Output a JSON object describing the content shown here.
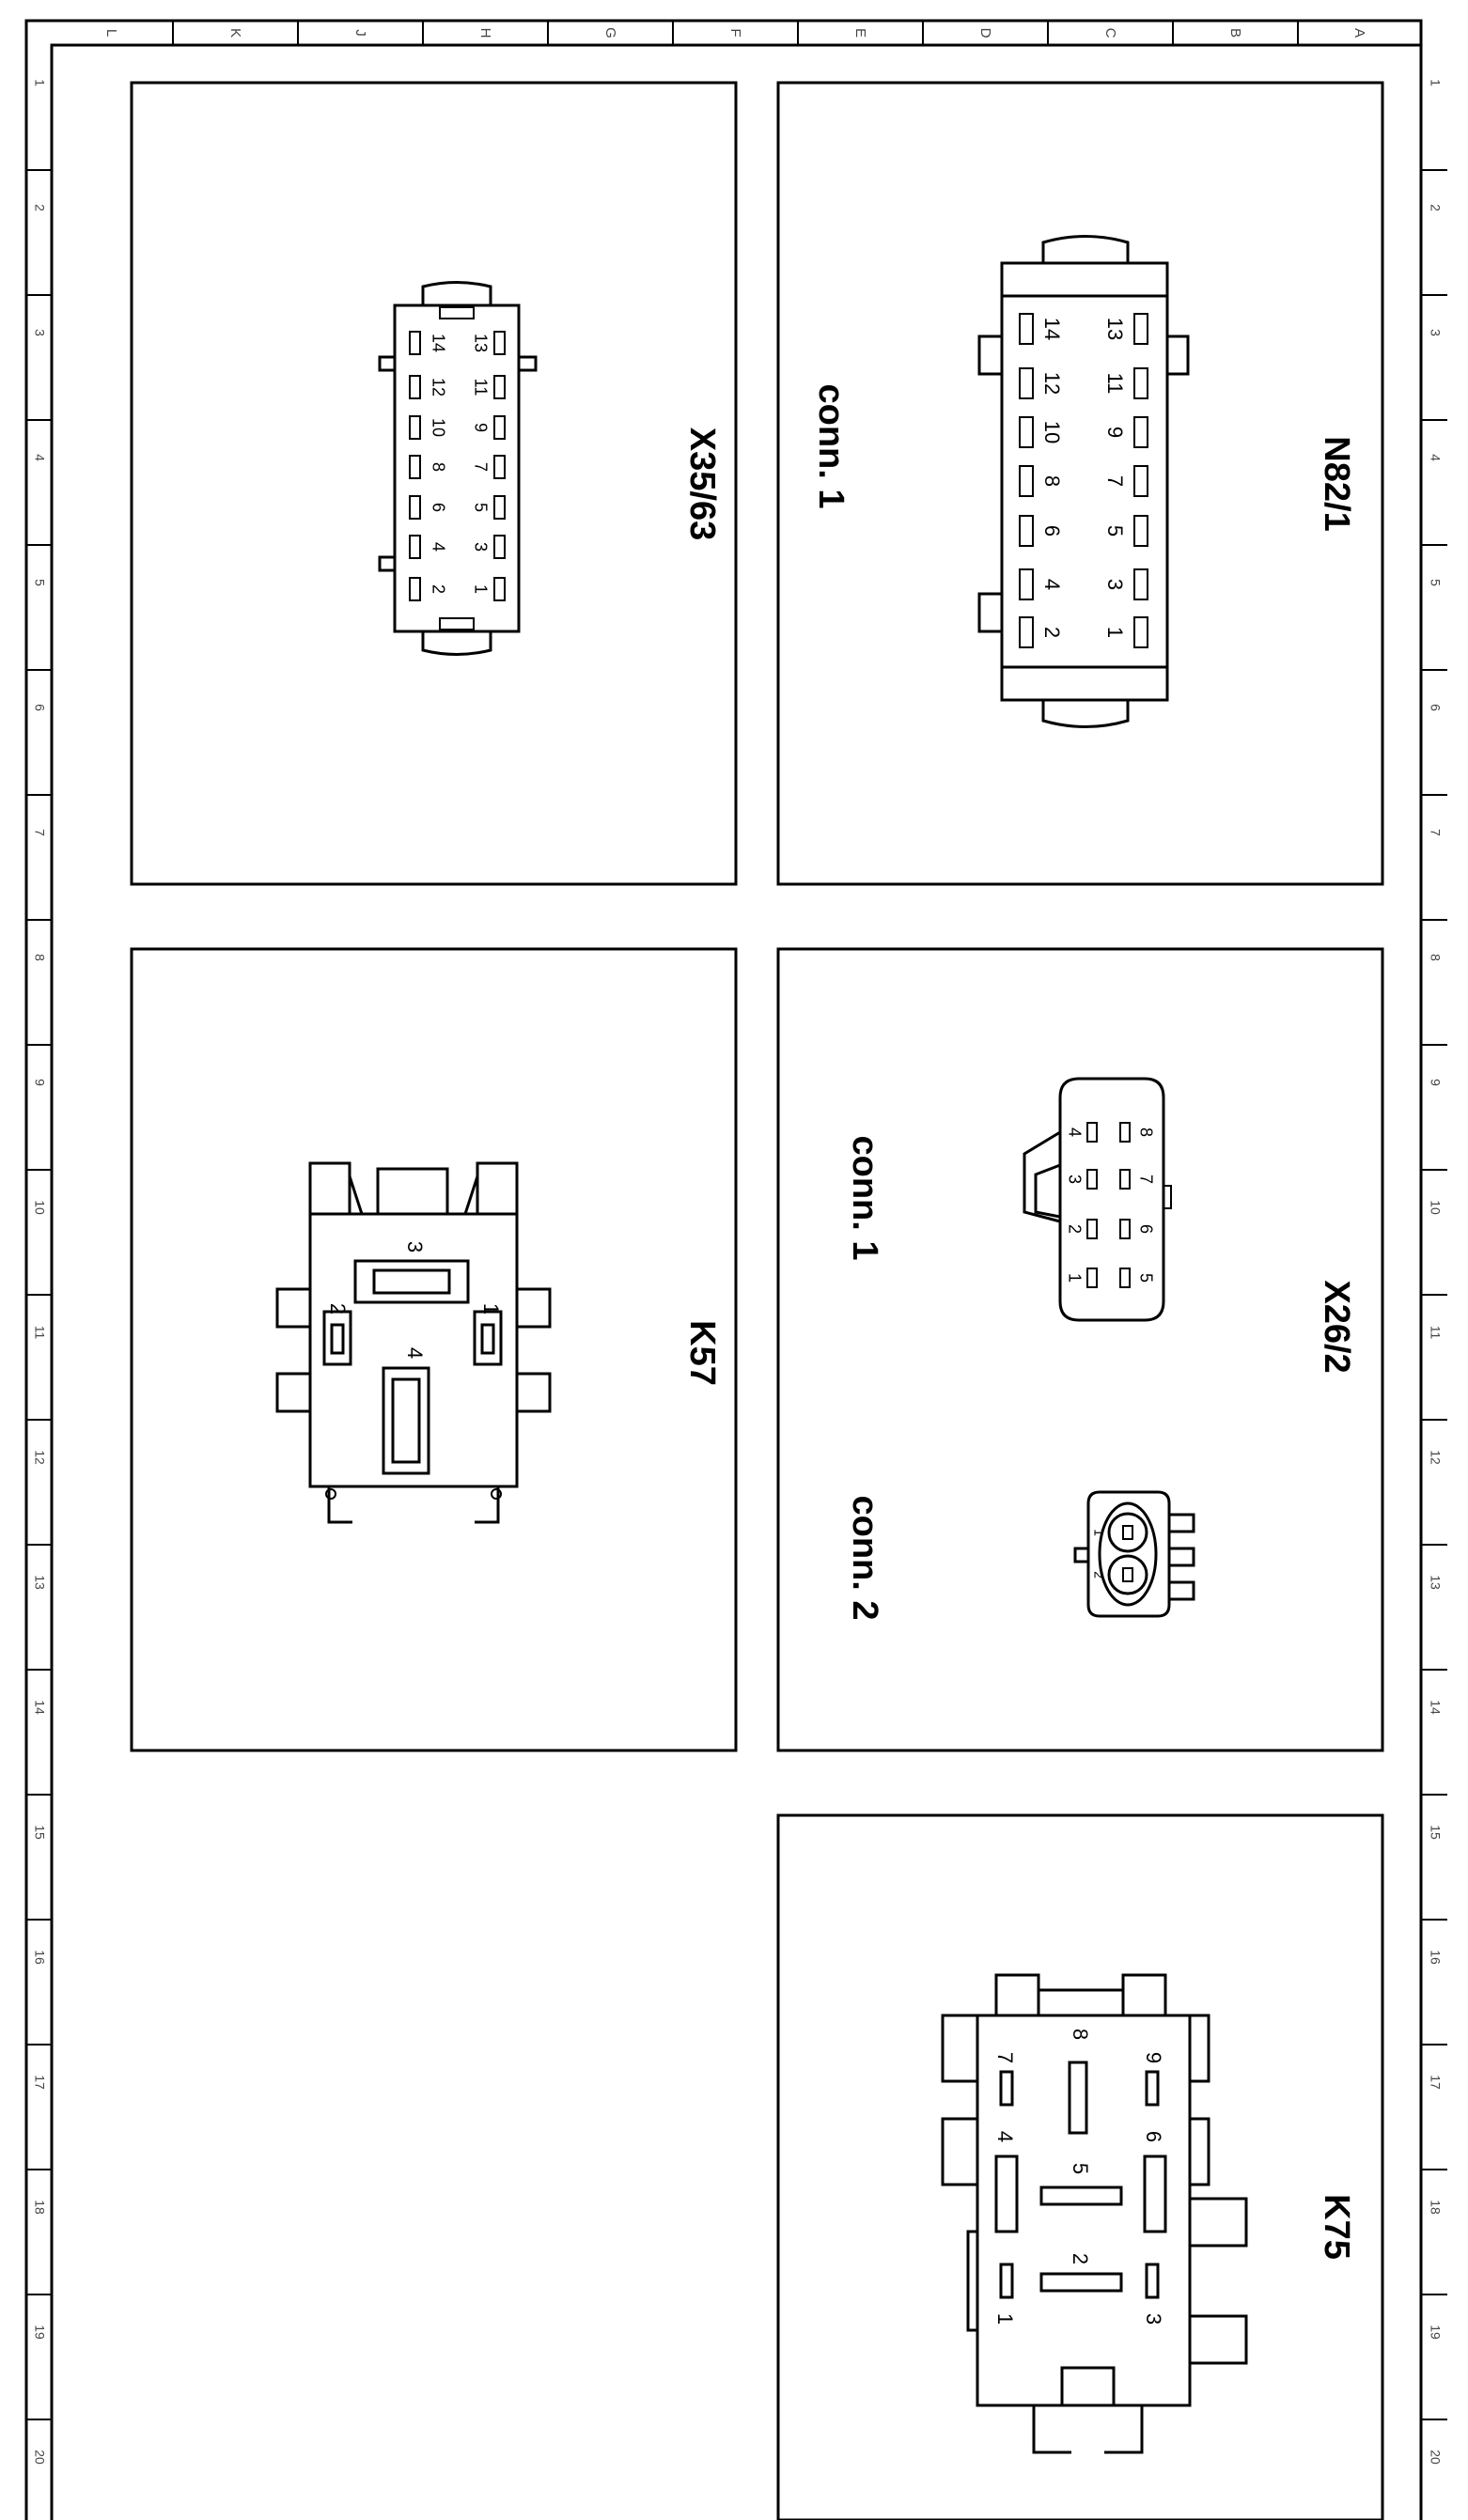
{
  "frame": {
    "column_letters": [
      "L",
      "K",
      "J",
      "H",
      "G",
      "F",
      "E",
      "D",
      "C",
      "B",
      "A"
    ],
    "row_numbers": [
      "1",
      "2",
      "3",
      "4",
      "5",
      "6",
      "7",
      "8",
      "9",
      "10",
      "11",
      "12",
      "13",
      "14",
      "15",
      "16",
      "17",
      "18",
      "19",
      "20"
    ]
  },
  "panels": {
    "n82": {
      "id": "N82/1",
      "conn_label": "conn. 1",
      "pins_left": [
        "14",
        "12",
        "10",
        "8",
        "6",
        "4",
        "2"
      ],
      "pins_right": [
        "13",
        "11",
        "9",
        "7",
        "5",
        "3",
        "1"
      ]
    },
    "x35": {
      "id": "X35/63",
      "pins_left": [
        "14",
        "12",
        "10",
        "8",
        "6",
        "4",
        "2"
      ],
      "pins_right": [
        "13",
        "11",
        "9",
        "7",
        "5",
        "3",
        "1"
      ]
    },
    "x26": {
      "id": "X26/2",
      "conn1_label": "conn. 1",
      "conn2_label": "conn. 2",
      "conn1_pins_left": [
        "4",
        "3",
        "2",
        "1"
      ],
      "conn1_pins_right": [
        "8",
        "7",
        "6",
        "5"
      ],
      "conn2_pins": [
        "1",
        "2"
      ]
    },
    "k57": {
      "id": "K57",
      "pins": [
        "1",
        "2",
        "3",
        "4"
      ]
    },
    "k75": {
      "id": "K75",
      "pins": [
        "1",
        "2",
        "3",
        "4",
        "5",
        "6",
        "7",
        "8",
        "9"
      ]
    }
  }
}
